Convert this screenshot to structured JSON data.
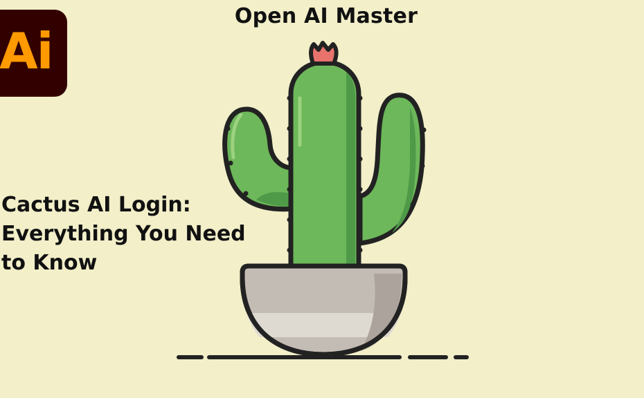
{
  "header": {
    "site_title": "Open AI Master"
  },
  "logo": {
    "text": "Ai",
    "background_color": "#330000",
    "text_color": "#ff9a00"
  },
  "article": {
    "headline_lines": [
      "Cactus AI Login:",
      "Everything You Need",
      "to Know"
    ]
  },
  "illustration": {
    "name": "cactus-in-pot",
    "colors": {
      "background": "#f2efc9",
      "cactus": "#6db85a",
      "cactus_shadow": "#4f9a49",
      "flower": "#e8736d",
      "pot": "#c3bcb4",
      "outline": "#222222"
    }
  }
}
